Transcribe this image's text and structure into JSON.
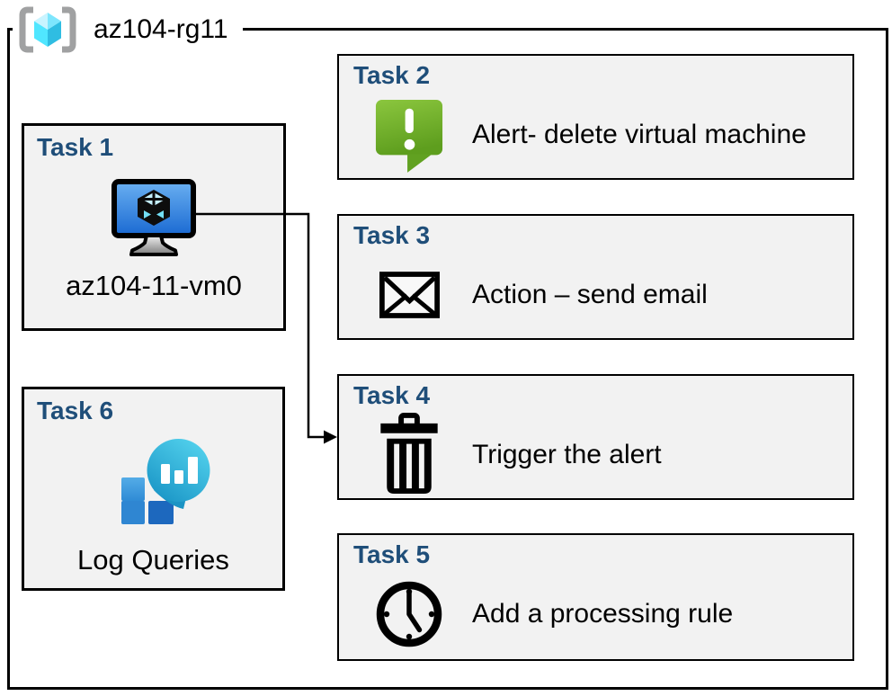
{
  "resource_group": {
    "name": "az104-rg11",
    "icon": "resource-group-icon"
  },
  "tasks": [
    {
      "title": "Task 1",
      "label": "az104-11-vm0",
      "icon": "virtual-machine-icon"
    },
    {
      "title": "Task 2",
      "label": "Alert- delete virtual machine",
      "icon": "alert-message-icon"
    },
    {
      "title": "Task 3",
      "label": "Action – send email",
      "icon": "email-envelope-icon"
    },
    {
      "title": "Task 4",
      "label": "Trigger the alert",
      "icon": "trash-icon"
    },
    {
      "title": "Task 5",
      "label": "Add a processing rule",
      "icon": "clock-icon"
    },
    {
      "title": "Task 6",
      "label": "Log Queries",
      "icon": "log-queries-icon"
    }
  ],
  "connector": {
    "from": "Task 1",
    "to": "Task 4",
    "style": "elbow-arrow"
  },
  "colors": {
    "task_title_blue": "#1f4e79",
    "box_fill": "#f2f2f2",
    "border_black": "#000000",
    "alert_green": "#76bc21",
    "vm_screen_blue": "#2e7fde",
    "log_queries_teal": "#2babd6",
    "rg_bracket_gray": "#a0a1a2",
    "rg_cube_cyan": "#50e6ff"
  }
}
